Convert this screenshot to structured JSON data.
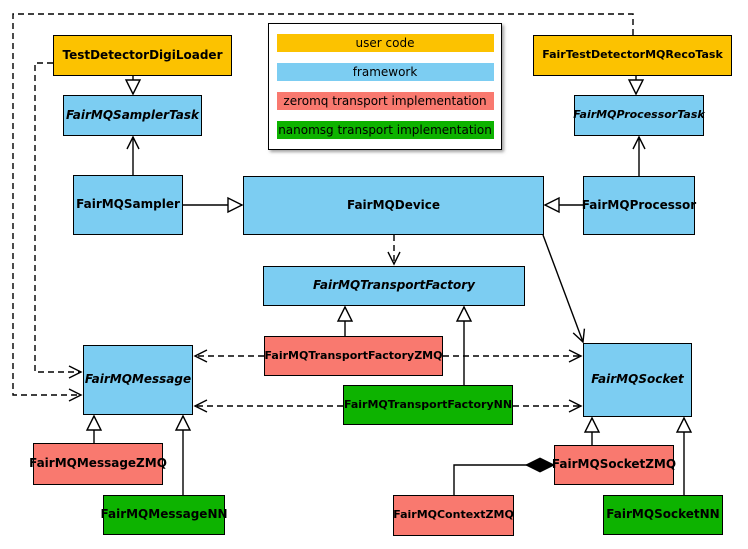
{
  "colors": {
    "user_code": "#fcc200",
    "framework": "#7ccdf2",
    "zeromq": "#f9796f",
    "nanomsg": "#0db300",
    "border": "#000000",
    "background": "#ffffff"
  },
  "legend": {
    "items": [
      {
        "label": "user code",
        "category": "user_code"
      },
      {
        "label": "framework",
        "category": "framework"
      },
      {
        "label": "zeromq transport implementation",
        "category": "zeromq"
      },
      {
        "label": "nanomsg transport implementation",
        "category": "nanomsg"
      }
    ]
  },
  "nodes": {
    "digiloader": {
      "label": "TestDetectorDigiLoader",
      "category": "user_code",
      "abstract": false
    },
    "recotask": {
      "label": "FairTestDetectorMQRecoTask",
      "category": "user_code",
      "abstract": false
    },
    "samplertask": {
      "label": "FairMQSamplerTask",
      "category": "framework",
      "abstract": true
    },
    "processortask": {
      "label": "FairMQProcessorTask",
      "category": "framework",
      "abstract": true
    },
    "sampler": {
      "label": "FairMQSampler",
      "category": "framework",
      "abstract": false
    },
    "device": {
      "label": "FairMQDevice",
      "category": "framework",
      "abstract": false
    },
    "processor": {
      "label": "FairMQProcessor",
      "category": "framework",
      "abstract": false
    },
    "factory": {
      "label": "FairMQTransportFactory",
      "category": "framework",
      "abstract": true
    },
    "factoryzmq": {
      "label": "FairMQTransportFactoryZMQ",
      "category": "zeromq",
      "abstract": false
    },
    "factorynn": {
      "label": "FairMQTransportFactoryNN",
      "category": "nanomsg",
      "abstract": false
    },
    "message": {
      "label": "FairMQMessage",
      "category": "framework",
      "abstract": true
    },
    "socket": {
      "label": "FairMQSocket",
      "category": "framework",
      "abstract": true
    },
    "messagezmq": {
      "label": "FairMQMessageZMQ",
      "category": "zeromq",
      "abstract": false
    },
    "messagenn": {
      "label": "FairMQMessageNN",
      "category": "nanomsg",
      "abstract": false
    },
    "socketzmq": {
      "label": "FairMQSocketZMQ",
      "category": "zeromq",
      "abstract": false
    },
    "contextzmq": {
      "label": "FairMQContextZMQ",
      "category": "zeromq",
      "abstract": false
    },
    "socketnn": {
      "label": "FairMQSocketNN",
      "category": "nanomsg",
      "abstract": false
    }
  },
  "edges": [
    {
      "from": "digiloader",
      "to": "samplertask",
      "type": "generalization"
    },
    {
      "from": "recotask",
      "to": "processortask",
      "type": "generalization"
    },
    {
      "from": "sampler",
      "to": "samplertask",
      "type": "association"
    },
    {
      "from": "processor",
      "to": "processortask",
      "type": "association"
    },
    {
      "from": "sampler",
      "to": "device",
      "type": "generalization"
    },
    {
      "from": "processor",
      "to": "device",
      "type": "generalization"
    },
    {
      "from": "device",
      "to": "factory",
      "type": "dependency"
    },
    {
      "from": "device",
      "to": "socket",
      "type": "association"
    },
    {
      "from": "factoryzmq",
      "to": "factory",
      "type": "generalization"
    },
    {
      "from": "factorynn",
      "to": "factory",
      "type": "generalization"
    },
    {
      "from": "factoryzmq",
      "to": "message",
      "type": "dependency"
    },
    {
      "from": "factoryzmq",
      "to": "socket",
      "type": "dependency"
    },
    {
      "from": "factorynn",
      "to": "message",
      "type": "dependency"
    },
    {
      "from": "factorynn",
      "to": "socket",
      "type": "dependency"
    },
    {
      "from": "digiloader",
      "to": "message",
      "type": "dependency"
    },
    {
      "from": "recotask",
      "to": "message",
      "type": "dependency"
    },
    {
      "from": "messagezmq",
      "to": "message",
      "type": "generalization"
    },
    {
      "from": "messagenn",
      "to": "message",
      "type": "generalization"
    },
    {
      "from": "socketzmq",
      "to": "socket",
      "type": "generalization"
    },
    {
      "from": "socketnn",
      "to": "socket",
      "type": "generalization"
    },
    {
      "from": "contextzmq",
      "to": "socketzmq",
      "type": "composition"
    }
  ]
}
